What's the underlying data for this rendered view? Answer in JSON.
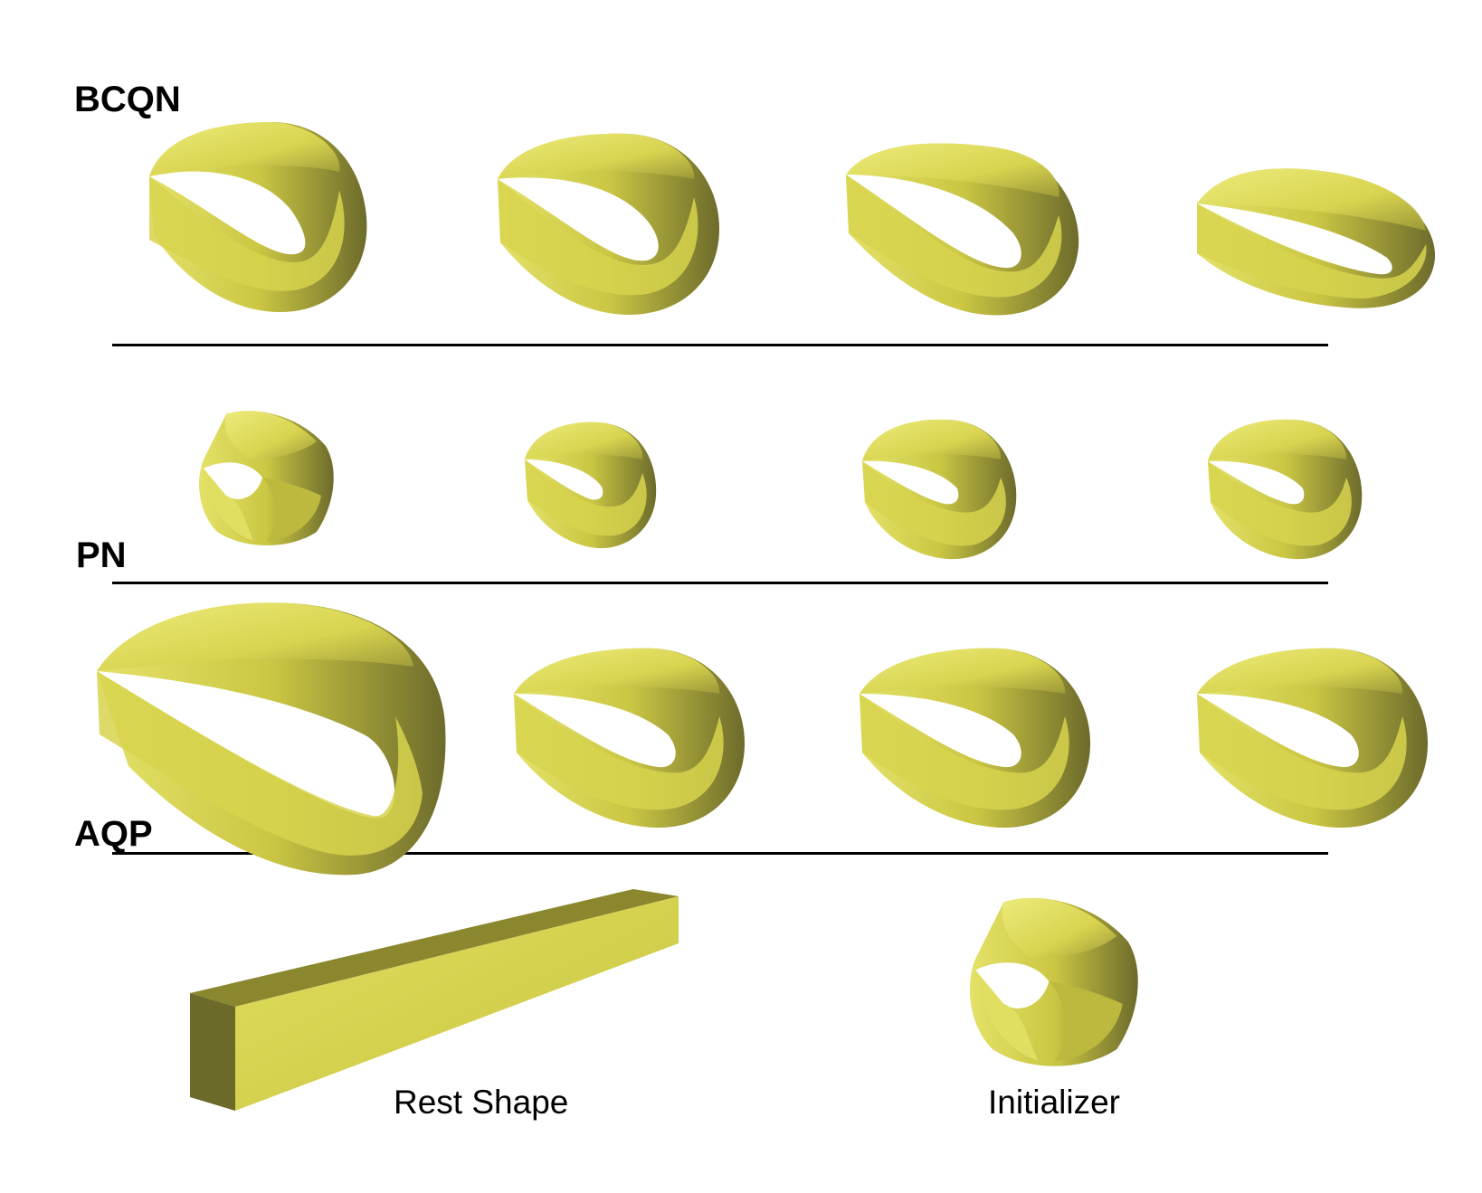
{
  "figure": {
    "rows": [
      {
        "label": "BCQN"
      },
      {
        "label": "PN"
      },
      {
        "label": "AQP"
      }
    ],
    "captions": {
      "rest_shape": "Rest Shape",
      "initializer": "Initializer"
    }
  },
  "colors": {
    "strip_light": "#e8e66a",
    "strip_mid": "#cfcb45",
    "strip_dark": "#6b6a2a",
    "background": "#ffffff",
    "rule": "#000000"
  }
}
